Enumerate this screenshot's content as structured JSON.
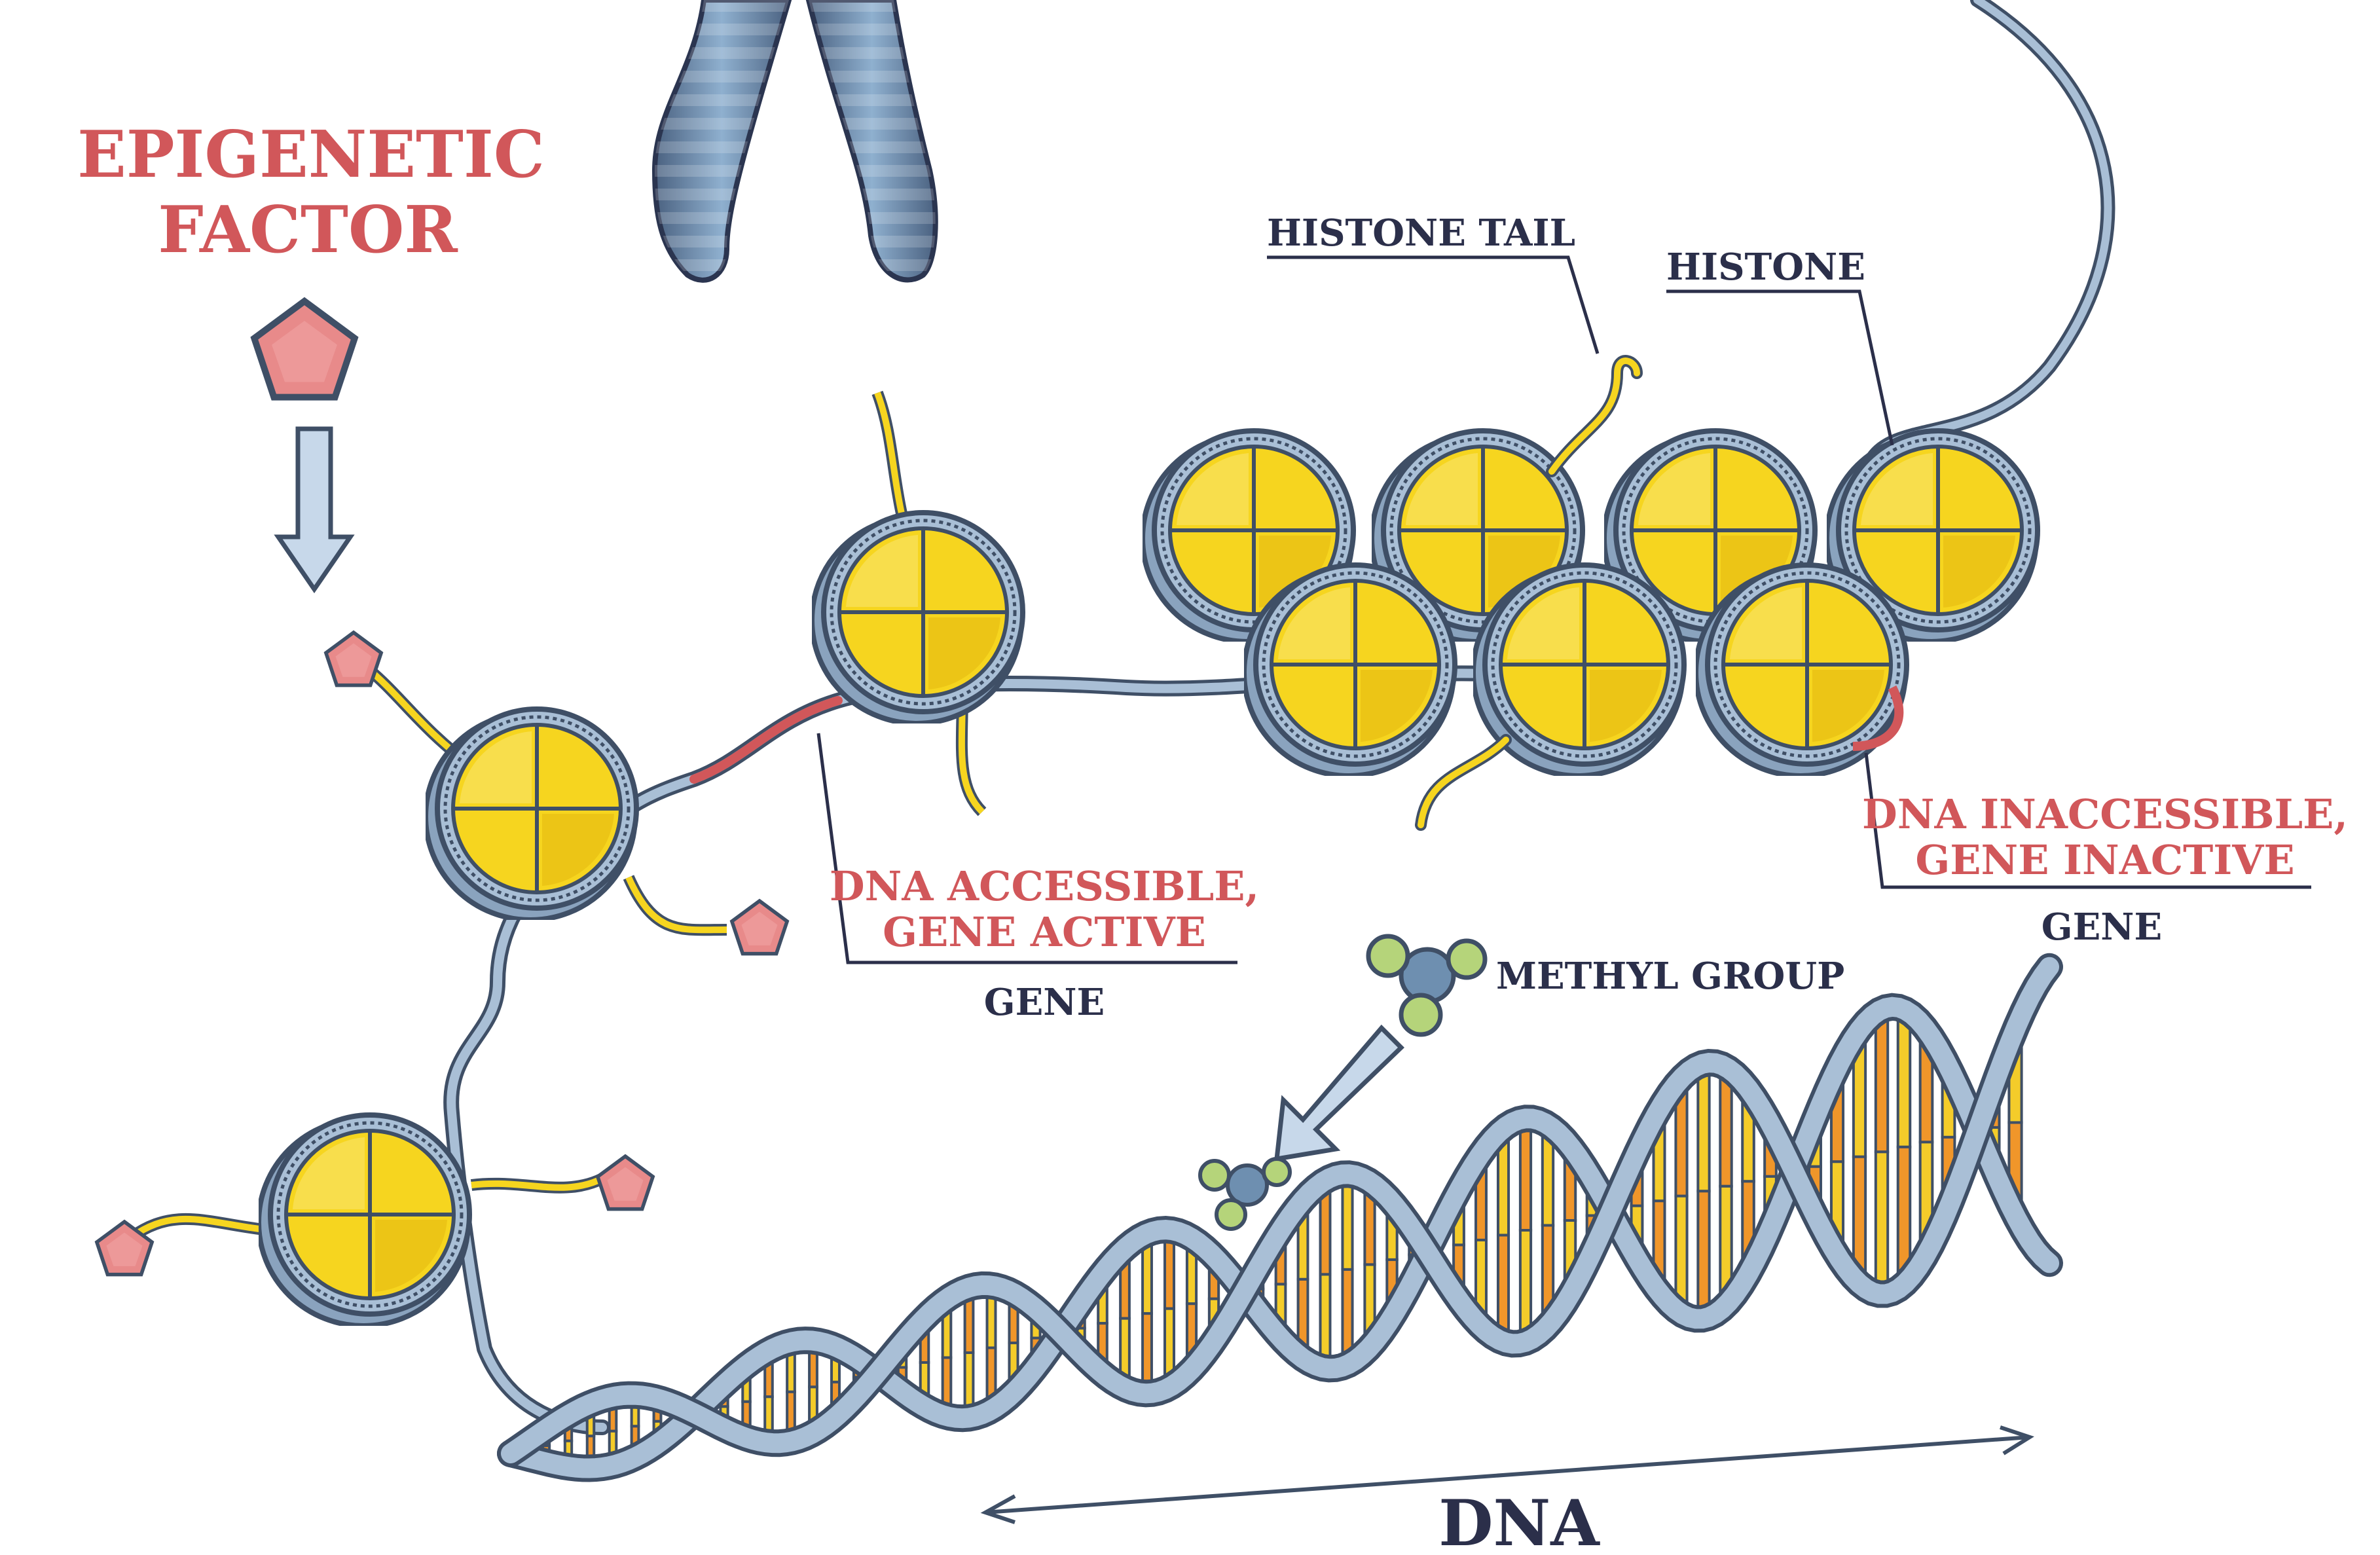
{
  "labels": {
    "epigenetic_line1": "EPIGENETIC",
    "epigenetic_line2": "FACTOR",
    "histone_tail": "HISTONE TAIL",
    "histone": "HISTONE",
    "accessible_line1": "DNA ACCESSIBLE,",
    "accessible_line2": "GENE ACTIVE",
    "gene_accessible": "GENE",
    "inaccessible_line1": "DNA INACCESSIBLE,",
    "inaccessible_line2": "GENE INACTIVE",
    "gene_inaccessible": "GENE",
    "methyl_group": "METHYL GROUP",
    "dna": "DNA"
  },
  "colors": {
    "red_label": "#d1575a",
    "dark_label": "#2b2f4a",
    "histone_yellow": "#f6d51f",
    "histone_dark_yellow": "#e0b20c",
    "dna_blue": "#a9bfd6",
    "dna_outline": "#3f4f66",
    "epigenetic_pink": "#e88a8a",
    "methyl_green": "#b5d47a",
    "base_orange": "#f0962a",
    "base_yellow": "#f4cc2a",
    "chromosome_blue": "#6e8fb0"
  },
  "icons": {
    "epigenetic_factor": "pentagon-icon",
    "arrow": "down-arrow-icon",
    "methyl": "molecule-cluster-icon"
  }
}
